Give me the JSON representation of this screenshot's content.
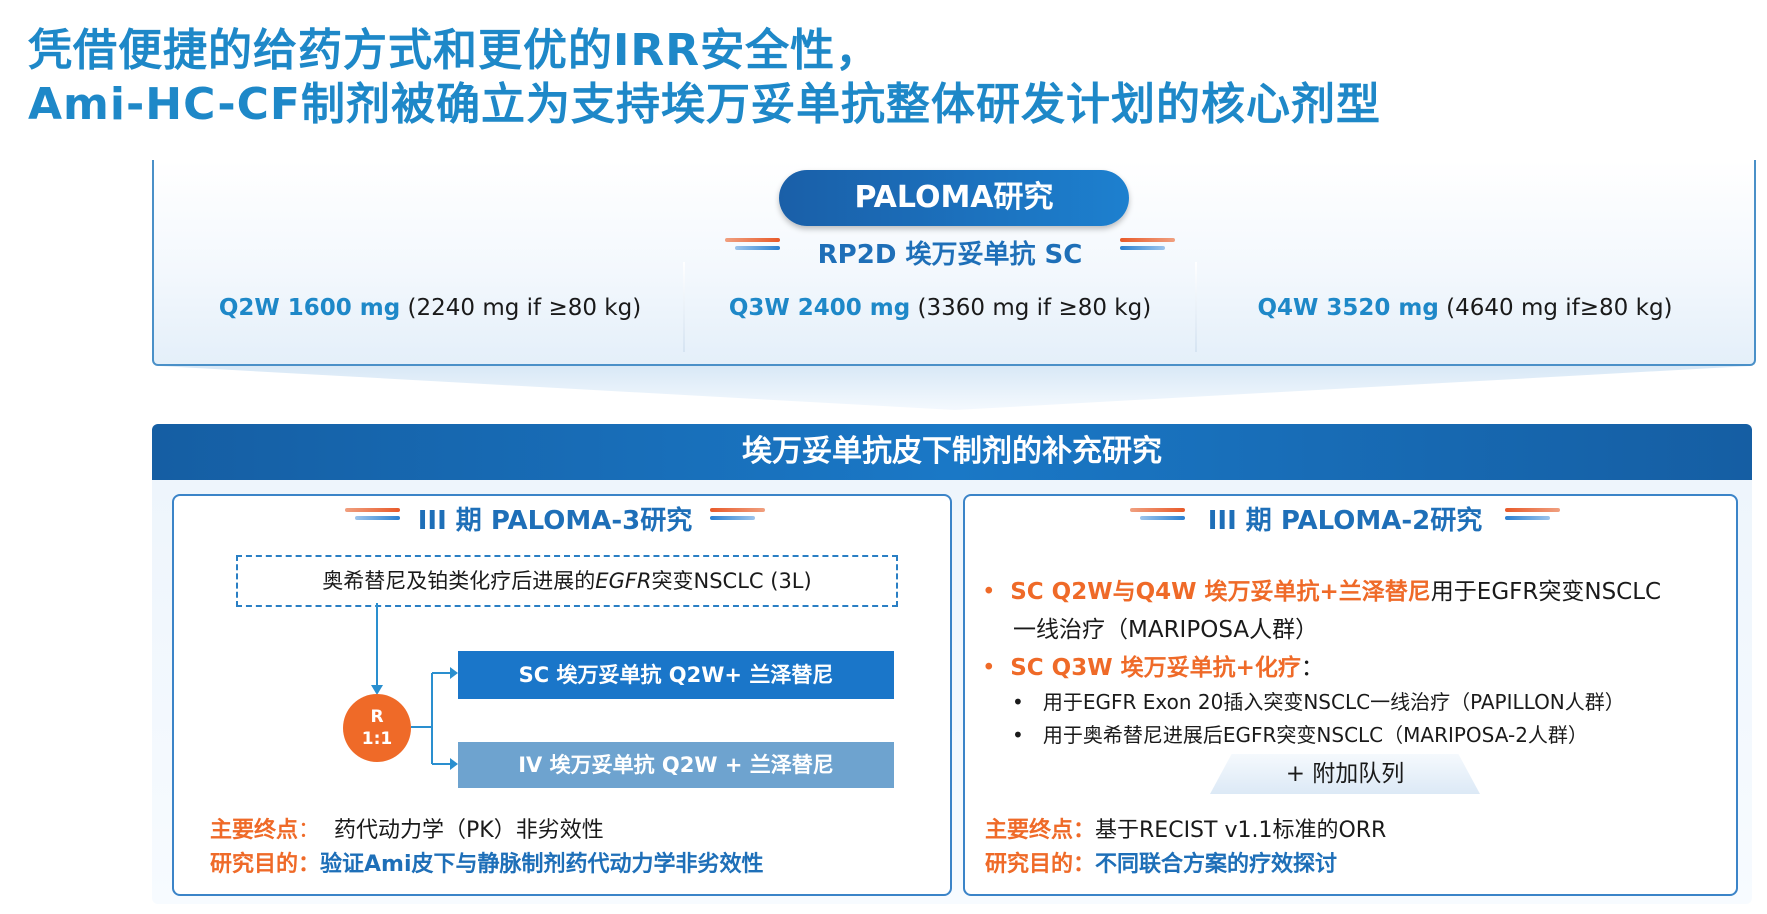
{
  "title": {
    "line1": "凭借便捷的给药方式和更优的IRR安全性，",
    "line2": "Ami-HC-CF制剂被确立为支持埃万妥单抗整体研发计划的核心剂型"
  },
  "top": {
    "pill": "PALOMA研究",
    "rp2d": "RP2D 埃万妥单抗 SC",
    "doses": [
      {
        "hl": "Q2W 1600 mg",
        "rest": " (2240 mg if ≥80 kg)"
      },
      {
        "hl": "Q3W 2400 mg",
        "rest": " (3360 mg if ≥80 kg)"
      },
      {
        "hl": "Q4W 3520 mg",
        "rest": " (4640 mg if≥80 kg)"
      }
    ]
  },
  "bottom": {
    "header": "埃万妥单抗皮下制剂的补充研究",
    "left": {
      "title": "III 期 PALOMA-3研究",
      "population_pre": "奥希替尼及铂类化疗后进展的",
      "population_italic": "EGFR",
      "population_post": "突变NSCLC (3L)",
      "rand_top": "R",
      "rand_bottom": "1:1",
      "arm1": "SC 埃万妥单抗 Q2W+ 兰泽替尼",
      "arm2": "IV 埃万妥单抗 Q2W + 兰泽替尼",
      "endpoint_label": "主要终点",
      "endpoint_sep": "：",
      "endpoint_value": "药代动力学（PK）非劣效性",
      "objective_label": "研究目的：",
      "objective_value": "验证Ami皮下与静脉制剂药代动力学非劣效性"
    },
    "right": {
      "title": "III 期 PALOMA-2研究",
      "bullet1_orange": "SC Q2W与Q4W 埃万妥单抗+兰泽替尼",
      "bullet1_rest": "用于EGFR突变NSCLC",
      "bullet1_cont": "一线治疗（MARIPOSA人群）",
      "bullet2_orange": "SC Q3W 埃万妥单抗+化疗",
      "bullet2_rest": "：",
      "sub1": "用于EGFR Exon 20插入突变NSCLC一线治疗（PAPILLON人群）",
      "sub2": "用于奥希替尼进展后EGFR突变NSCLC（MARIPOSA-2人群）",
      "extra": "+ 附加队列",
      "endpoint_label": "主要终点：",
      "endpoint_value": "基于RECIST v1.1标准的ORR",
      "objective_label": "研究目的：",
      "objective_value": "不同联合方案的疗效探讨"
    }
  },
  "colors": {
    "title_blue": "#1e88c8",
    "header_blue": "#1a78c6",
    "accent_orange": "#ef6a28"
  }
}
